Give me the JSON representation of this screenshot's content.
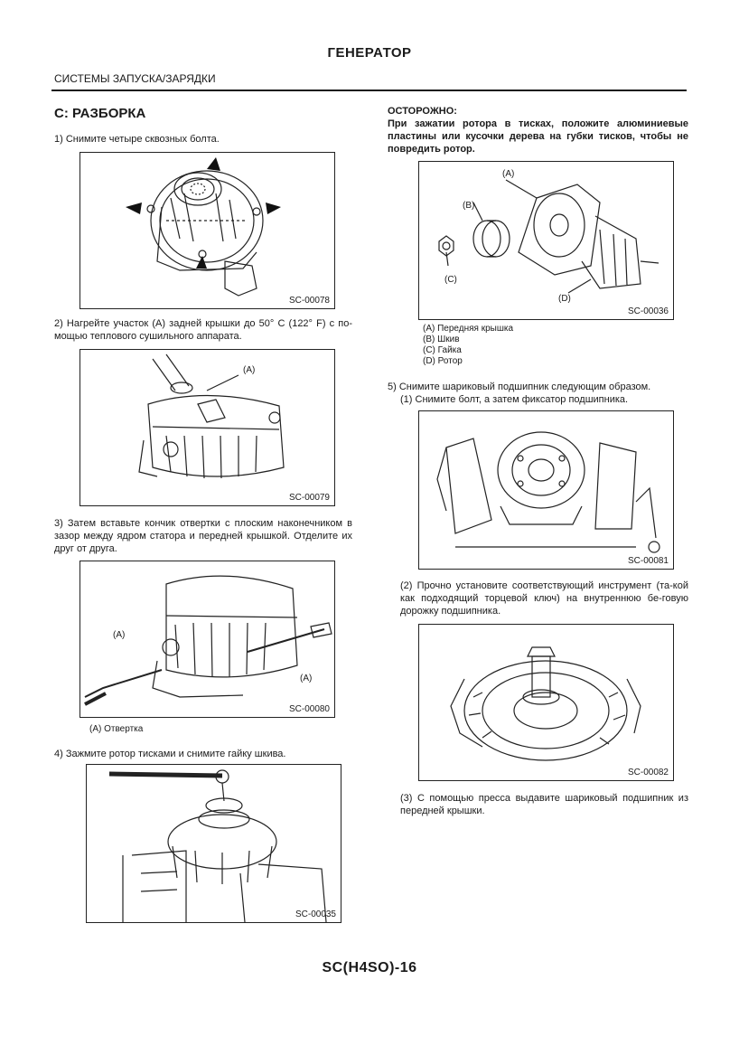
{
  "header": {
    "title": "ГЕНЕРАТОР",
    "section": "СИСТЕМЫ ЗАПУСКА/ЗАРЯДКИ"
  },
  "left": {
    "heading": "C: РАЗБОРКА",
    "step1": "1) Снимите четыре сквозных болта.",
    "fig1_code": "SC-00078",
    "step2": "2) Нагрейте участок (A) задней крышки до 50° C (122° F) с по-мощью теплового сушильного аппарата.",
    "fig2_code": "SC-00079",
    "fig2_label_a": "(A)",
    "step3": "3) Затем вставьте кончик отвертки с плоским наконечником в зазор между ядром статора и передней крышкой. Отделите их друг от друга.",
    "fig3_code": "SC-00080",
    "fig3_label_a1": "(A)",
    "fig3_label_a2": "(A)",
    "fig3_legend": "(A) Отвертка",
    "step4": "4) Зажмите ротор тисками и снимите гайку шкива.",
    "fig4_code": "SC-00035"
  },
  "right": {
    "caution_title": "ОСТОРОЖНО:",
    "caution_body": "При зажатии ротора в тисках, положите алюминиевые пластины или кусочки дерева на губки тисков, чтобы не повредить ротор.",
    "fig5_code": "SC-00036",
    "fig5_labels": {
      "a": "(A)",
      "b": "(B)",
      "c": "(C)",
      "d": "(D)"
    },
    "legend": [
      "(A) Передняя крышка",
      "(B) Шкив",
      "(C) Гайка",
      "(D) Ротор"
    ],
    "step5": "5) Снимите шариковый подшипник следующим образом.",
    "step5_1": "(1) Снимите болт, а затем фиксатор подшипника.",
    "fig6_code": "SC-00081",
    "step5_2": "(2) Прочно установите соответствующий инструмент (та-кой как подходящий торцевой ключ) на внутреннюю бе-говую дорожку подшипника.",
    "fig7_code": "SC-00082",
    "step5_3": "(3) С помощью пресса выдавите шариковый подшипник из передней крышки."
  },
  "footer": {
    "page_number": "SC(H4SO)-16"
  }
}
